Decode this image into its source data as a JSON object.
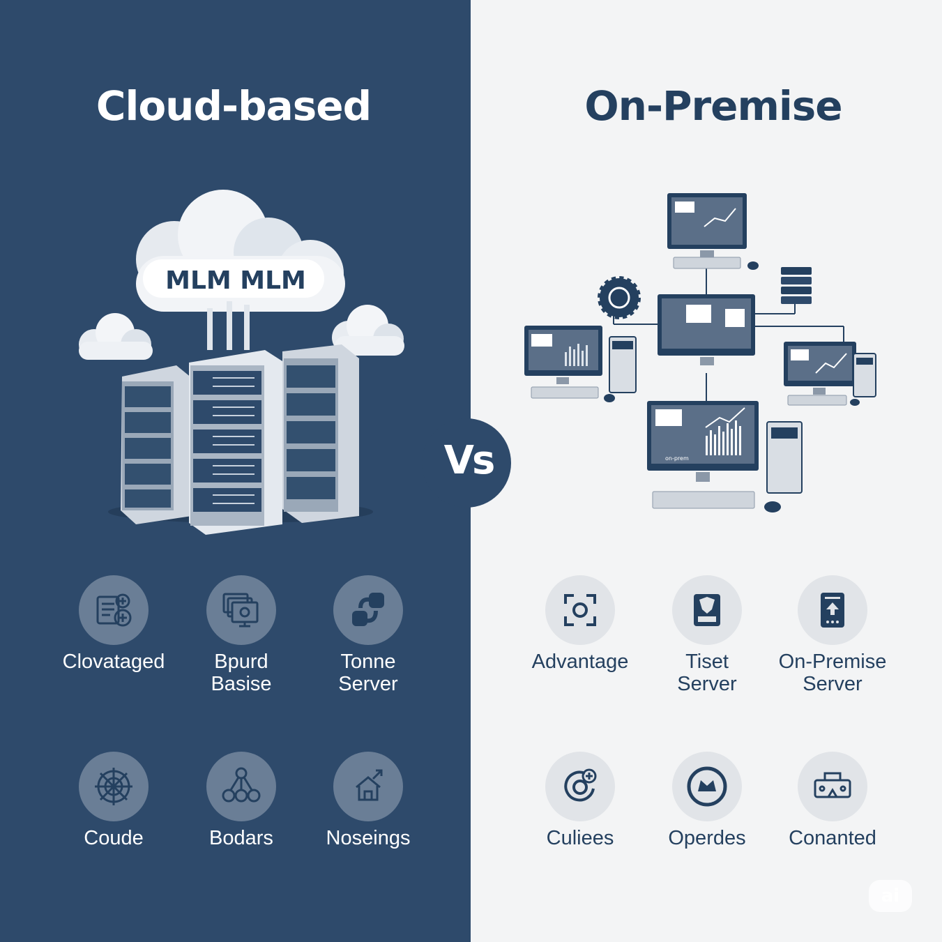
{
  "colors": {
    "left_bg": "#2e4a6b",
    "right_bg": "#f3f4f5",
    "accent_dark": "#24405f",
    "icon_circle_left": "#6a7e96",
    "icon_circle_right": "#e1e4e8",
    "white": "#ffffff"
  },
  "left": {
    "title": "Cloud-based",
    "cloud_label": "MLM MLM",
    "features": [
      {
        "label": "Clovataged",
        "icon": "document-add-icon"
      },
      {
        "label": "Bpurd\nBasise",
        "icon": "monitor-stack-icon"
      },
      {
        "label": "Tonne\nServer",
        "icon": "link-shapes-icon"
      },
      {
        "label": "Coude",
        "icon": "compass-grid-icon"
      },
      {
        "label": "Bodars",
        "icon": "network-nodes-icon"
      },
      {
        "label": "Noseings",
        "icon": "house-arrow-icon"
      }
    ]
  },
  "right": {
    "title": "On-Premise",
    "monitor_caption": "on-prem",
    "features": [
      {
        "label": "Advantage",
        "icon": "focus-frame-icon"
      },
      {
        "label": "Tiset\nServer",
        "icon": "shield-face-icon"
      },
      {
        "label": "On-Premise\nServer",
        "icon": "upload-device-icon"
      },
      {
        "label": "Culiees",
        "icon": "refresh-plus-icon"
      },
      {
        "label": "Operdes",
        "icon": "crown-badge-icon"
      },
      {
        "label": "Conanted",
        "icon": "connector-box-icon"
      }
    ]
  },
  "vs_label": "Vs",
  "watermark": "ai"
}
